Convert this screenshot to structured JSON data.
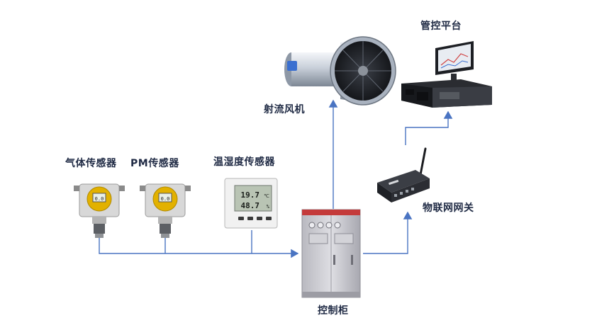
{
  "labels": {
    "platform": "管控平台",
    "fan": "射流风机",
    "gas_sensor": "气体传感器",
    "pm_sensor": "PM传感器",
    "temp_humidity_sensor": "温湿度传感器",
    "iot_gateway": "物联网网关",
    "control_cabinet": "控制柜"
  },
  "displays": {
    "gas_sensor_reading": "0.0",
    "pm_sensor_reading": "0.0",
    "temp_reading": "19.7",
    "temp_unit": "℃",
    "humidity_reading": "48.7",
    "humidity_unit": "%"
  },
  "colors": {
    "connector": "#4a74c2",
    "label_text": "#1f2a44",
    "sensor_yellow": "#e2b100",
    "cabinet_body": "#c9c9cf",
    "cabinet_accent": "#c43b3b"
  }
}
